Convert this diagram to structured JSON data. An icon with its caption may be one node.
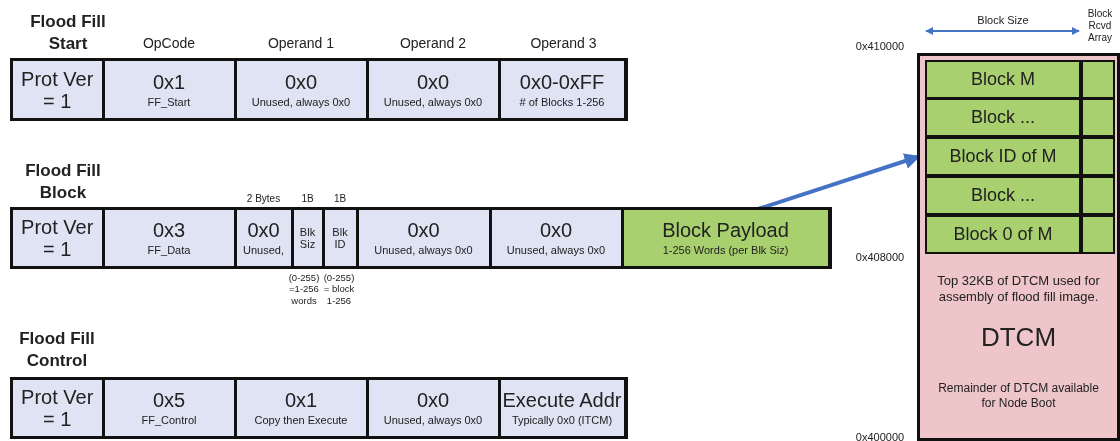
{
  "diagram": {
    "nodes": [
      {
        "text": [
          "Flood Fill Start"
        ]
      },
      {
        "text": [
          "Prot Ver = 1"
        ],
        "in": 0
      },
      {
        "text": [
          "0x1",
          "FF_Start"
        ],
        "in": 0
      },
      {
        "text": [
          "0x0",
          "Unused, always 0x0"
        ],
        "in": 0
      },
      {
        "text": [
          "0x0",
          "Unused, always 0x0"
        ],
        "in": 0
      },
      {
        "text": [
          "0x0-0xFF",
          "# of Blocks 1-256"
        ],
        "in": 0
      },
      {
        "text": [
          "Flood Fill Block"
        ]
      },
      {
        "text": [
          "Prot Ver = 1"
        ],
        "in": 6
      },
      {
        "text": [
          "0x3",
          "FF_Data"
        ],
        "in": 6
      },
      {
        "text": [
          "0x0",
          "Unused,"
        ],
        "in": 6
      },
      {
        "text": [
          "Blk Siz"
        ],
        "in": 6,
        "beside": [
          "(0-255) =1-256 words"
        ]
      },
      {
        "text": [
          "Blk ID"
        ],
        "in": 6,
        "beside": [
          "(0-255) = block 1-256"
        ]
      },
      {
        "text": [
          "0x0",
          "Unused, always 0x0"
        ],
        "in": 6
      },
      {
        "text": [
          "0x0",
          "Unused, always 0x0"
        ],
        "in": 6
      },
      {
        "text": [
          "Block Payload",
          "1-256 Words (per Blk Siz)"
        ],
        "in": 6
      },
      {
        "text": [
          "Flood Fill Control"
        ]
      },
      {
        "text": [
          "Prot Ver = 1"
        ],
        "in": 15
      },
      {
        "text": [
          "0x5",
          "FF_Control"
        ],
        "in": 15
      },
      {
        "text": [
          "0x1",
          "Copy then Execute"
        ],
        "in": 15
      },
      {
        "text": [
          "0x0",
          "Unused, always 0x0"
        ],
        "in": 15
      },
      {
        "text": [
          "Execute Addr",
          "Typically 0x0 (ITCM)"
        ],
        "in": 15
      },
      {
        "text": [
          "Top 32KB of DTCM used for assembly of flood fill image.",
          "DTCM",
          "Remainder of DTCM available for Node Boot"
        ]
      },
      {
        "text": [
          "Block M"
        ],
        "in": 21
      },
      {
        "text": [],
        "shape": "box",
        "in": 21
      },
      {
        "text": [
          "Block ..."
        ],
        "in": 21
      },
      {
        "text": [],
        "shape": "box",
        "in": 21
      },
      {
        "text": [
          "Block ID of M"
        ],
        "in": 21
      },
      {
        "text": [],
        "shape": "box",
        "in": 21
      },
      {
        "text": [
          "Block ..."
        ],
        "in": 21
      },
      {
        "text": [],
        "shape": "box",
        "in": 21
      },
      {
        "text": [
          "Block 0 of M"
        ],
        "in": 21
      },
      {
        "text": [],
        "shape": "box",
        "in": 21
      }
    ],
    "edges": [
      {
        "from": 14,
        "to": 26,
        "arrow": "to"
      }
    ],
    "labels": [
      "Block Size",
      "Block Rcvd Array",
      "0x410000",
      "OpCode",
      "Operand 1",
      "Operand 2",
      "Operand 3",
      "2 Bytes",
      "1B",
      "1B",
      "0x408000",
      "0x400000"
    ]
  }
}
